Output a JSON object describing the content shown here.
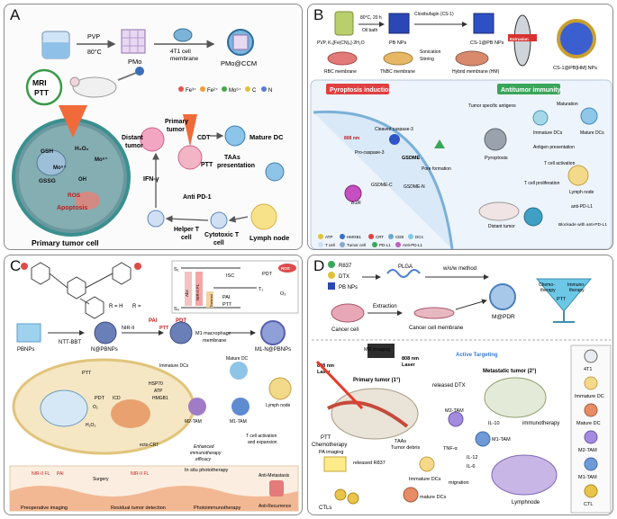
{
  "panels": {
    "a": {
      "label": "A",
      "top_labels": [
        "PVP",
        "80°C",
        "4T1 cell",
        "membrane",
        "PMo",
        "PMo@CCM"
      ],
      "mri_ptt": [
        "MRI",
        "PTT"
      ],
      "legend": [
        "Fe³⁺",
        "Fe²⁺",
        "Mo⁶⁺",
        "C",
        "N"
      ],
      "cell_labels": [
        "GSH",
        "H₂O₂",
        "Mo⁶⁺",
        "Mo⁵⁺",
        "GSSG",
        "OH",
        "ROS",
        "Apoptosis"
      ],
      "flow_labels": [
        "Distant",
        "tumor",
        "Primary",
        "tumor",
        "PTT",
        "CDT",
        "TAAs",
        "presentation",
        "Mature DC",
        "IFN-γ",
        "Anti PD-1",
        "Helper T",
        "cell",
        "Cytotoxic T",
        "cell",
        "Lymph node"
      ],
      "caption": "Primary tumor cell"
    },
    "b": {
      "label": "B",
      "top_labels": [
        "80°C, 20 h",
        "Oil bath",
        "PVP, K₃[Fe(CN)₆]·2H₂O",
        "PB NPs",
        "Cloxibufagin (CS-1)",
        "CS-1@PB NPs",
        "Sonication",
        "Stirring",
        "RBC membrane",
        "TNBC membrane",
        "Hybrid membrane (HM)",
        "CS-1@PB[HM] NPs",
        "Extrusion"
      ],
      "section_pyro": "Pyroptosis induction",
      "section_immune": "Antitumor immunity",
      "mid_labels": [
        "808 nm",
        "Pro-caspase-3",
        "Cleaved caspase-3",
        "GSDME",
        "GSDME-C",
        "GSDME-N",
        "Pore formation",
        "Pyroptosis",
        "Tumor specific antigens",
        "Immature DCs",
        "Maturation",
        "Mature DCs",
        "Antigen presentation",
        "T cell activation",
        "T cell proliferation",
        "Lymph node",
        "anti-PD-L1",
        "Blockade with anti-PD-L1",
        "Distant tumor",
        "B1R"
      ],
      "legend": [
        "ATP",
        "HMGB1",
        "CRT",
        "CD8",
        "DCs",
        "Tumor cell",
        "PD-L1",
        "Anti-PD-L1",
        "T cell"
      ]
    },
    "c": {
      "label": "C",
      "structure": [
        "R = H",
        "R ="
      ],
      "jab": [
        "S₁",
        "S₀",
        "T₁",
        "ISC",
        "PDT",
        "ROS",
        "O₂",
        "Abs",
        "NIR-II FL",
        "Thermal",
        "PAI",
        "PTT"
      ],
      "row_labels": [
        "PBNPs",
        "NTT-BBT",
        "PAI",
        "PDT",
        "NIR-II",
        "PTT",
        "M1 macrophage",
        "membrane",
        "N@PBNPs",
        "M1-N@PBNPs"
      ],
      "mid_labels": [
        "PTT",
        "PDT",
        "O₂",
        "H₂O₂",
        "ICD",
        "ecto-CRT",
        "Immature DCs",
        "HSP70",
        "ATP",
        "HMGB1",
        "M2-TAM",
        "M1-TAM",
        "Mature DC",
        "Lymph node",
        "T cell activation",
        "and expansion",
        "Enhanced",
        "immunotherapy",
        "efficacy"
      ],
      "bottom_labels": [
        "NIR-II FL",
        "PAI",
        "Surgery",
        "NIR-II FL",
        "In situ phototherapy",
        "Anti-Metastasis",
        "Anti-Recurrence"
      ],
      "bottom_captions": [
        "Preoperative imaging",
        "Residual tumor detection",
        "Photoimmunotherapy"
      ]
    },
    "d": {
      "label": "D",
      "top_labels": [
        "R837",
        "DTX",
        "PB NPs",
        "PLGA",
        "w/o/w method",
        "Extraction",
        "Cancer cell",
        "Cancer cell membrane",
        "M@PDR",
        "Chemo-",
        "therapy",
        "Immuno-",
        "therapy",
        "PTT"
      ],
      "mid_labels": [
        "MR imaging",
        "808 nm",
        "Laser",
        "808 nm",
        "Laser",
        "Primary tumor (1°)",
        "Active Targeting",
        "released DTX",
        "Metastatic tumor (2°)",
        "immunotherapy",
        "PTT",
        "Chemotherapy",
        "PA imaging",
        "released R837",
        "TAAs",
        "Tumor debris",
        "M2-TAM",
        "M1-TAM",
        "IL-10",
        "TNF-α",
        "IL-12",
        "IL-6",
        "migration",
        "Immature DCs",
        "mature DCs",
        "Lymphnode",
        "CTLs"
      ],
      "legend": [
        "4T1",
        "Immature DC",
        "Mature DC",
        "M2-TAM",
        "M1-TAM",
        "CTL"
      ]
    }
  },
  "colors": {
    "border": "#8a8a8a",
    "cell": "#5f8f97",
    "pink": "#f3b5c6",
    "green_section": "#3aa65a",
    "red_section": "#e04040",
    "blue_accent": "#3a7bd5"
  }
}
